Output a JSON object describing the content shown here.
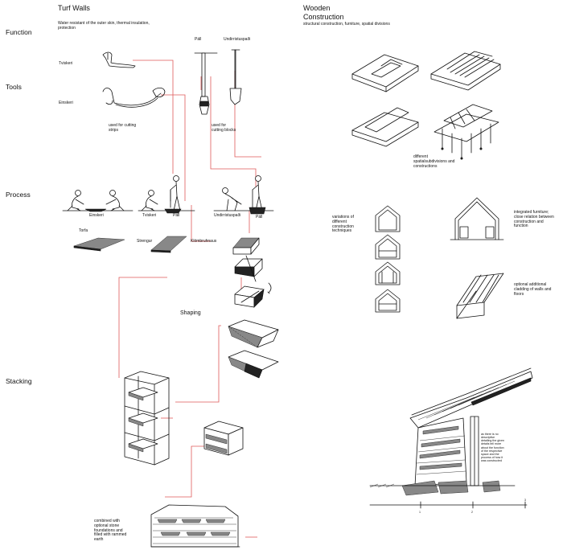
{
  "turf": {
    "title": "Turf Walls",
    "subtitle": "Water resistant of the outer skin, thermal insulation, protection"
  },
  "wooden": {
    "title_line1": "Wooden",
    "title_line2": "Construction",
    "subtitle": "structural construction, furniture, spatial divisions"
  },
  "rows": {
    "function": "Function",
    "tools": "Tools",
    "process": "Process",
    "stacking": "Stacking"
  },
  "tools": {
    "tviskeri": "Tviskeri",
    "einskeri": "Einskeri",
    "pall": "Páll",
    "undirristuspadi": "Undirristuspaði",
    "note_strips": "used for cutting strips",
    "note_blocks": "used for cutting blocks"
  },
  "process": {
    "einskeri": "Einskeri",
    "tviskeri": "Tviskeri",
    "pall_1": "Páll",
    "undirristuspadi": "Undirristuspaði",
    "pall_2": "Páll"
  },
  "products": {
    "torfa": "Torfa",
    "strengur": "Strengur",
    "klombruhnaus": "Klömbruhnaus"
  },
  "shaping": "Shaping",
  "stacking_note": "combined with optional stone foundations and filled with rammed earth",
  "wood_notes": {
    "subdivisions": "different spatialsubdivisions and constructions",
    "variations": "variations of different construction techniques",
    "furniture": "integrated furniture; close relation between construction and function",
    "cladding": "optional additional cladding of walls and floors",
    "section": "as there is no descriptive detailing the given details tell more about the function of the respective space and the process of how it was constructed"
  },
  "scale": {
    "tick_1": "1",
    "tick_2": "2",
    "tick_3": "3"
  }
}
